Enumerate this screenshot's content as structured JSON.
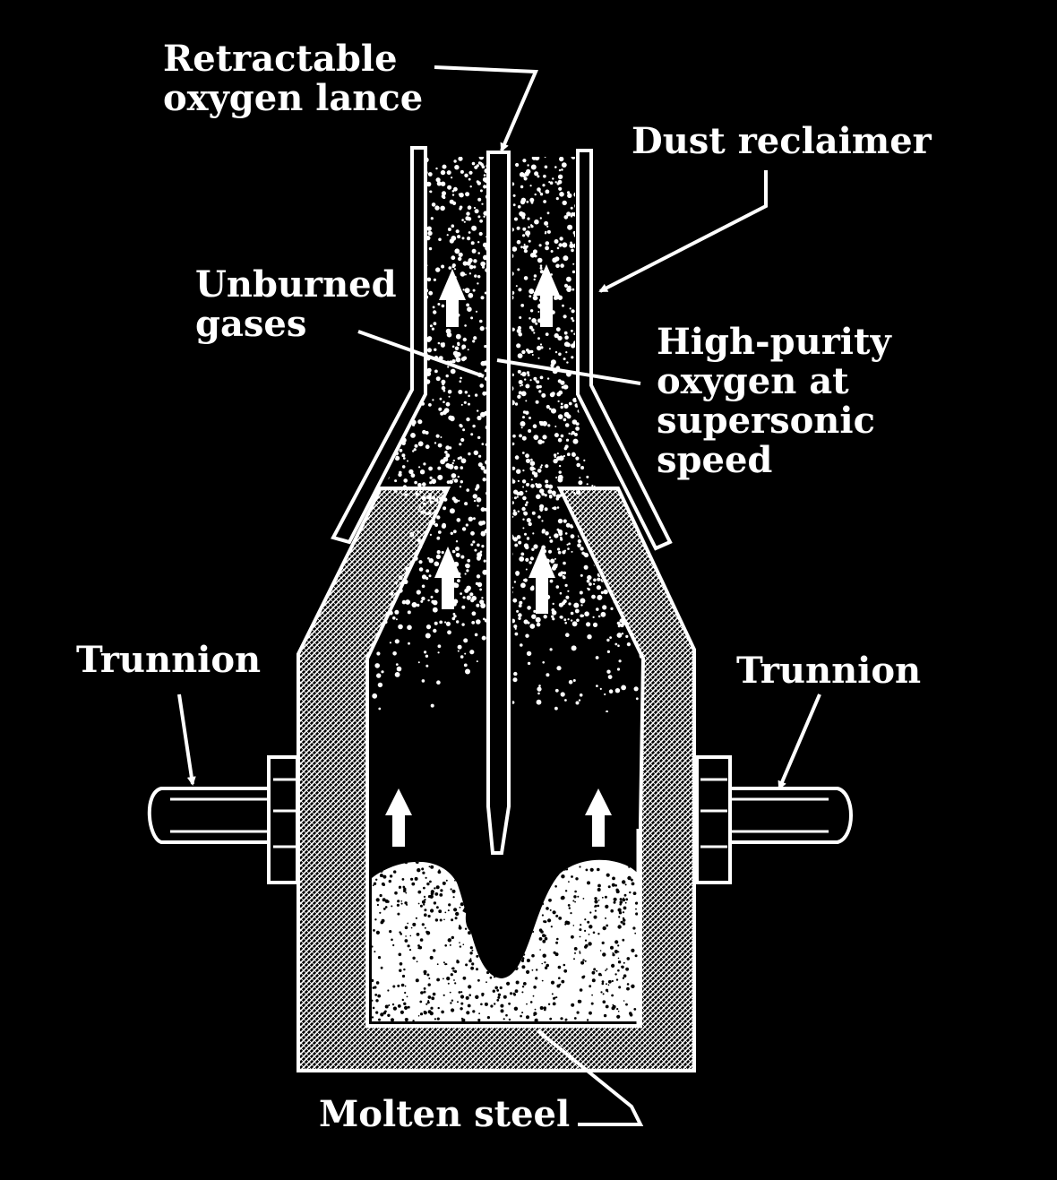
{
  "labels": {
    "lance": [
      "Retractable",
      "oxygen lance"
    ],
    "dust": "Dust reclaimer",
    "unburned": [
      "Unburned",
      "gases"
    ],
    "oxygen": [
      "High-purity",
      "oxygen at",
      "supersonic",
      "speed"
    ],
    "trunnion_left": "Trunnion",
    "trunnion_right": "Trunnion",
    "molten": "Molten steel"
  },
  "colors": {
    "background": "#000000",
    "line": "#ffffff",
    "refractory": "#a8a8a8"
  }
}
